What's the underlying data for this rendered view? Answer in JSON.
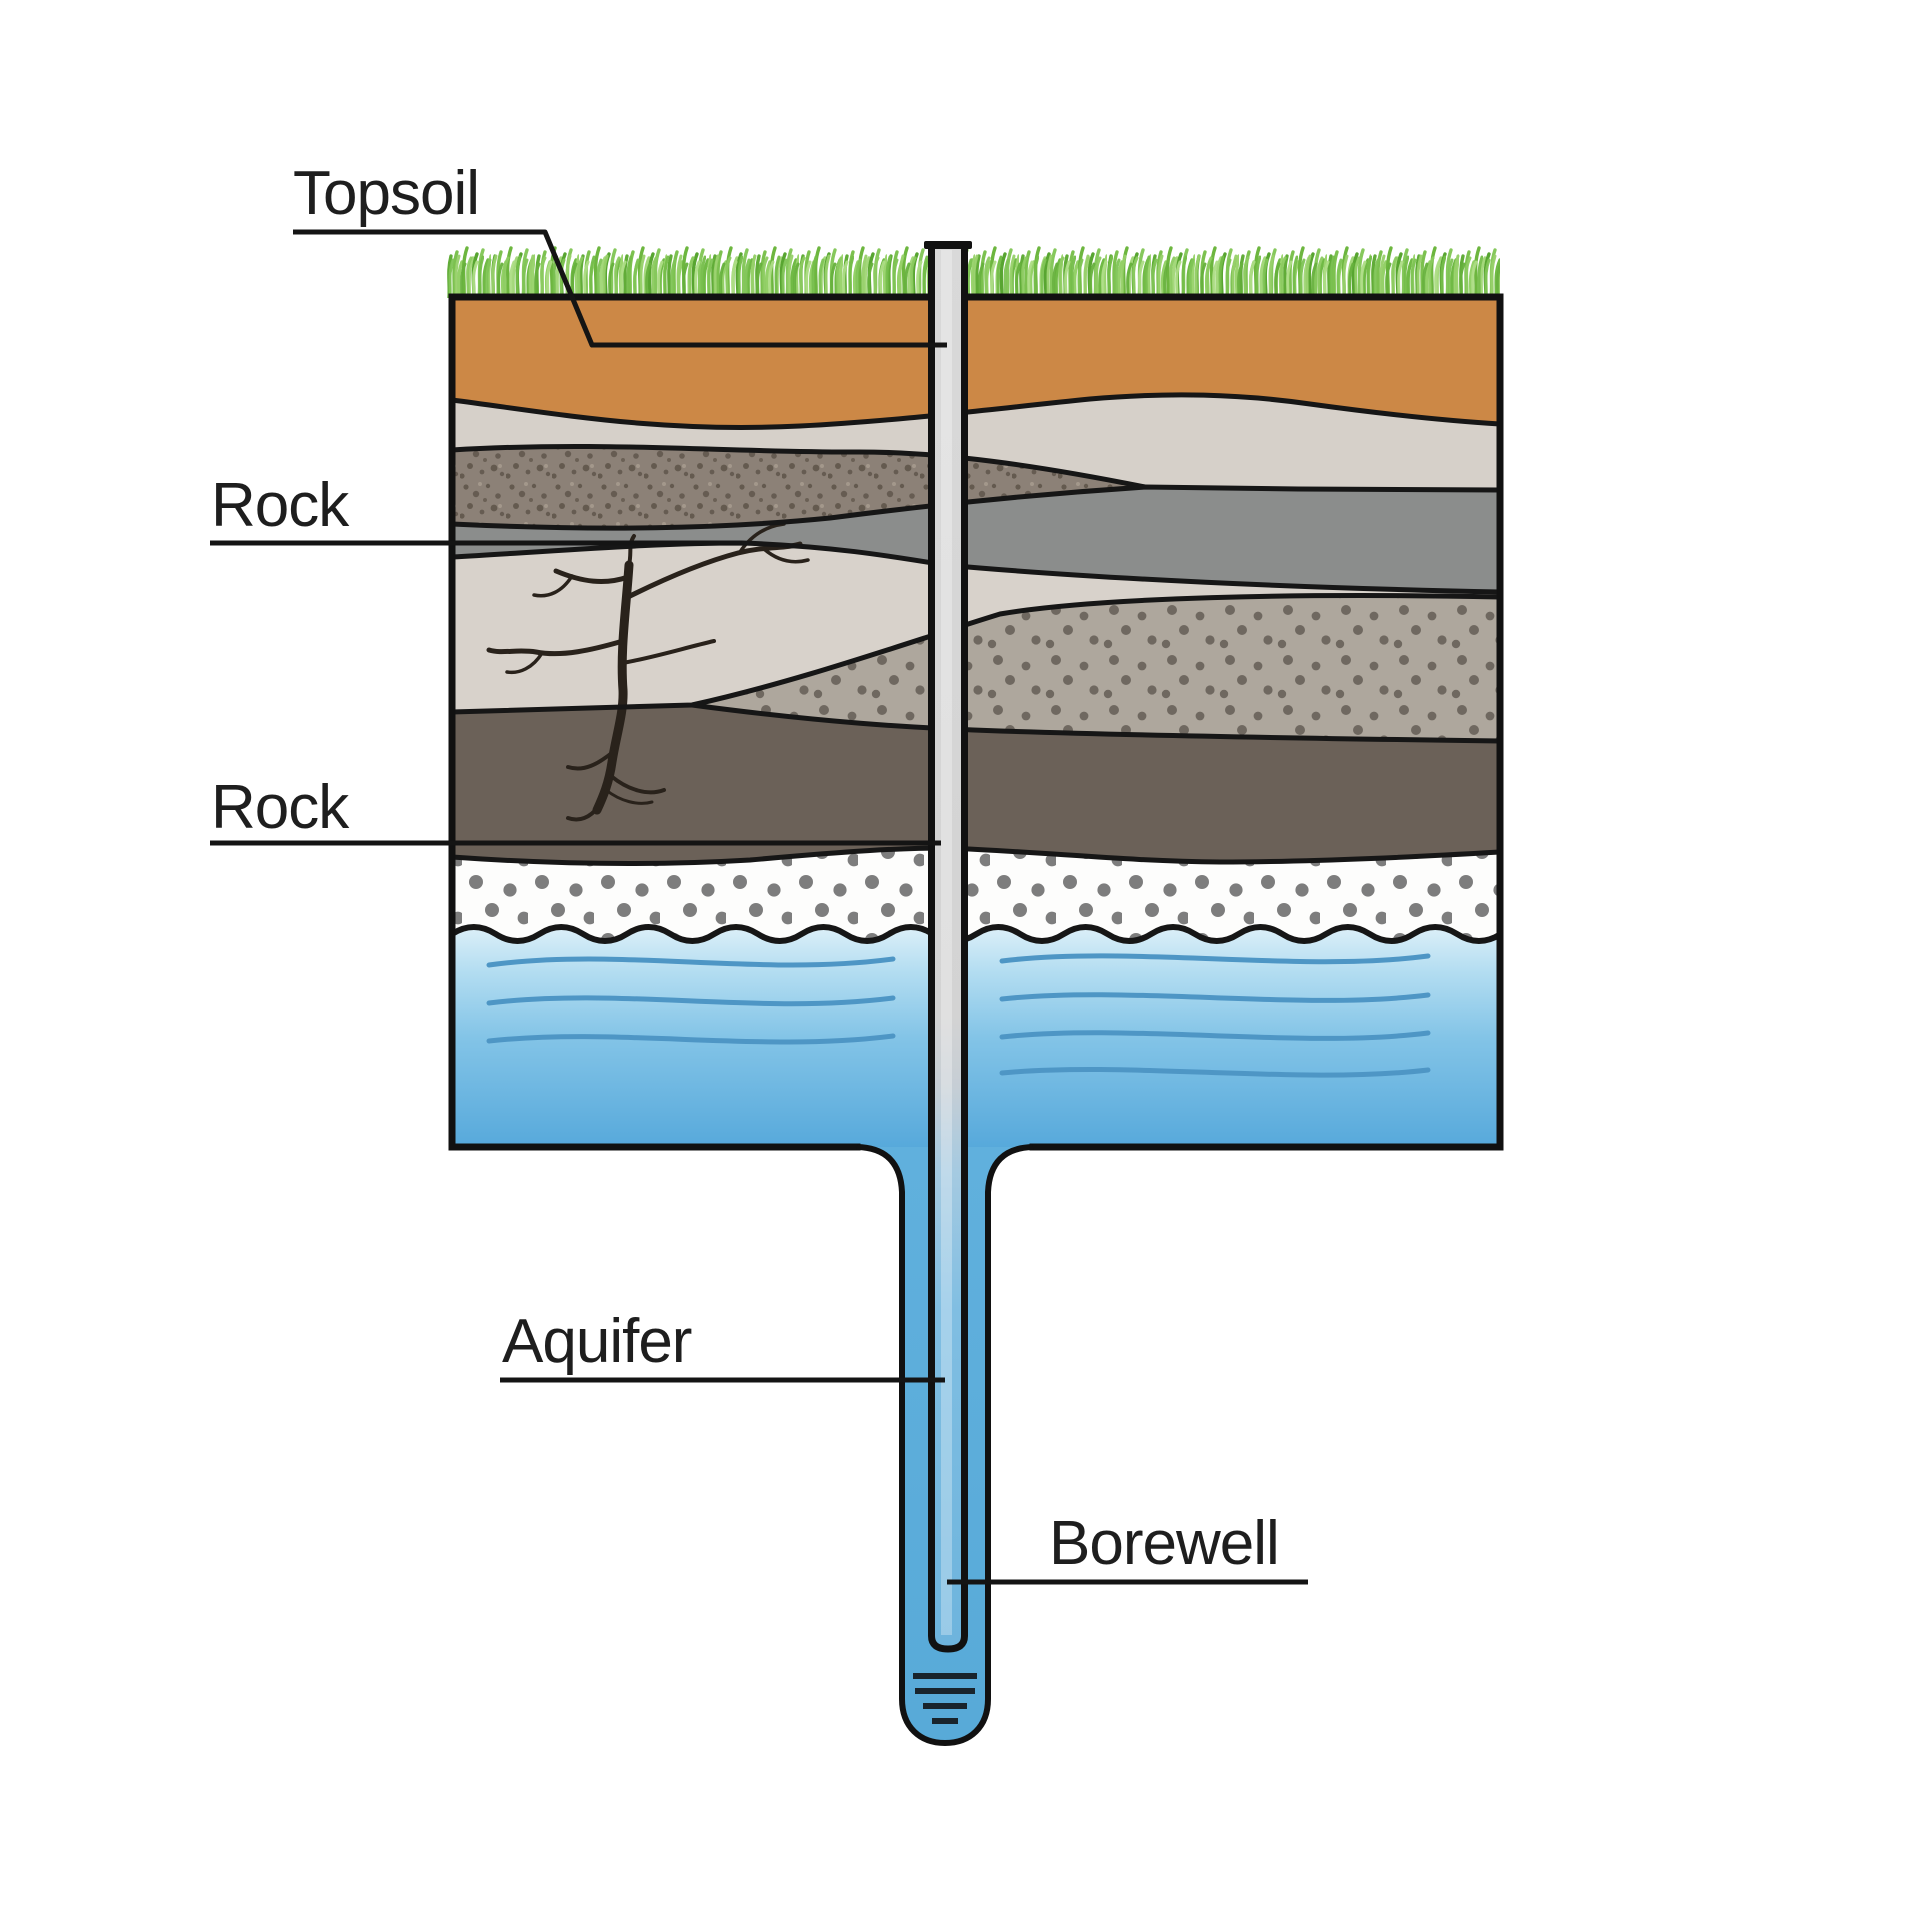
{
  "title": "Borewell ground cross-section diagram",
  "labels": {
    "topsoil": "Topsoil",
    "rock_upper": "Rock",
    "rock_lower": "Rock",
    "aquifer": "Aquifer",
    "borewell": "Borewell"
  },
  "colors": {
    "topsoil": "#cc8846",
    "subsoil_beige": "#d6d0c9",
    "speckled_rock": "#8c8177",
    "gray_rock": "#8b8d8c",
    "fractured_rock": "#d8d2cb",
    "dark_rock": "#6b6158",
    "gravel_layer": "#fdfdfc",
    "water_top": "#dbeff8",
    "water_deep": "#57a9db",
    "pipe_gray": "#d6d6d6",
    "borehole_blue": "#5eafdc",
    "grass_green": "#7cc14f",
    "outline": "#161616"
  }
}
